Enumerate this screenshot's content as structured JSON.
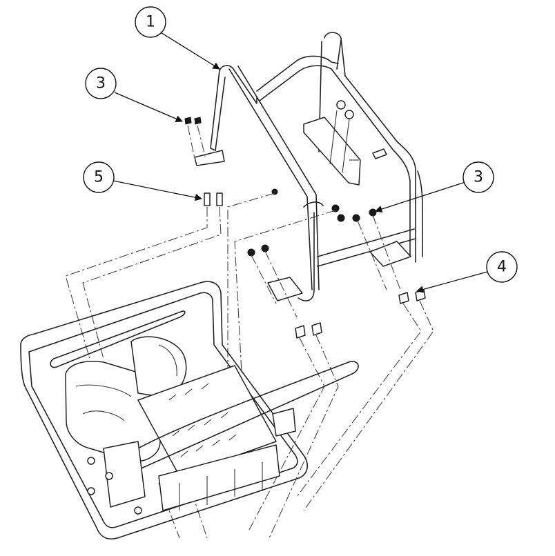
{
  "callouts": [
    {
      "id": "c1",
      "label": "1"
    },
    {
      "id": "c3a",
      "label": "3"
    },
    {
      "id": "c5",
      "label": "5"
    },
    {
      "id": "c3b",
      "label": "3"
    },
    {
      "id": "c4",
      "label": "4"
    }
  ],
  "colors": {
    "line": "#222222",
    "background": "#ffffff"
  }
}
